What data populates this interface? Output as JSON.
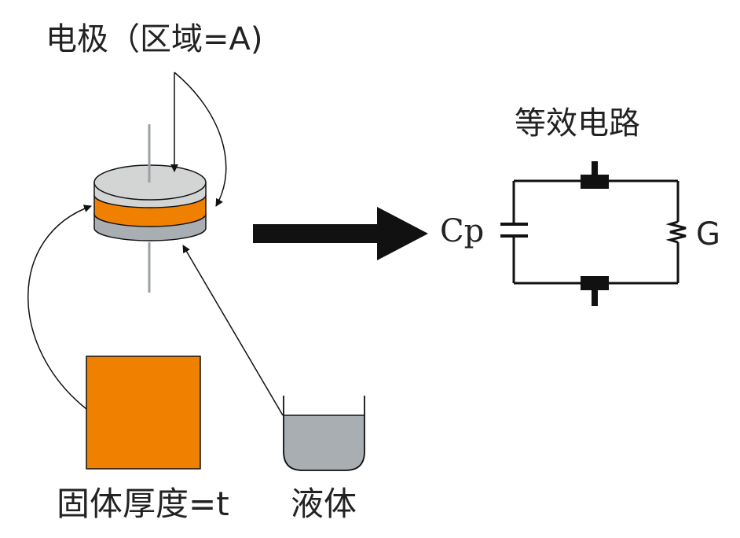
{
  "labels": {
    "electrode": "电极（区域=A)",
    "equivalent_circuit": "等效电路",
    "solid_thickness": "固体厚度=t",
    "liquid": "液体",
    "capacitor": "Cp",
    "conductance": "G"
  },
  "colors": {
    "sample_orange": "#F08000",
    "electrode_top": "#D3D4D4",
    "electrode_bottom": "#A9AEB2",
    "liquid_gray": "#A9AEB2",
    "outline": "#111111",
    "arrow": "#111111"
  }
}
